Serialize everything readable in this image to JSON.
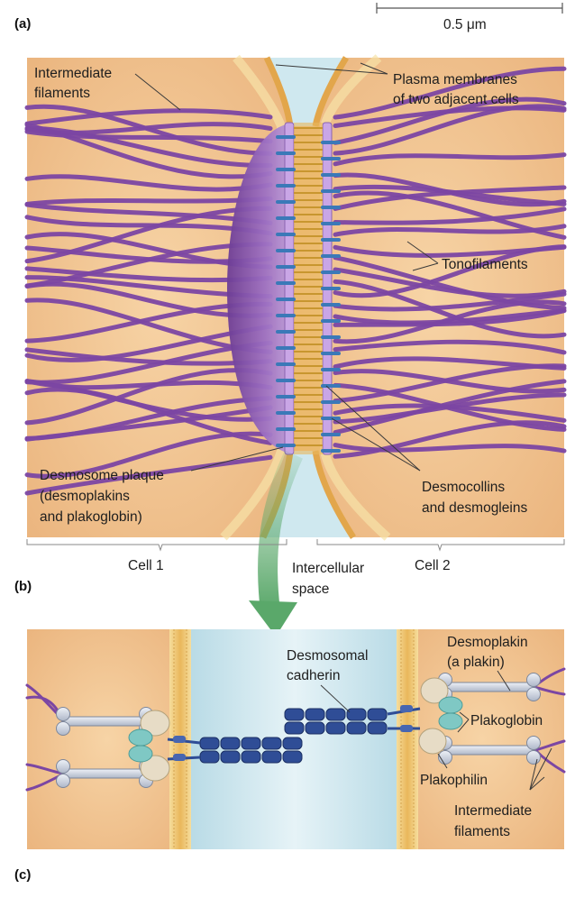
{
  "panels": {
    "a": "(a)",
    "b": "(b)",
    "c": "(c)"
  },
  "scale_bar": {
    "label": "0.5 μm"
  },
  "panel_a": {
    "intermediate_filaments": [
      "Intermediate",
      "filaments"
    ],
    "plasma_membranes": [
      "Plasma membranes",
      "of two adjacent cells"
    ],
    "tonofilaments": "Tonofilaments",
    "desmosome_plaque": [
      "Desmosome plaque",
      "(desmoplakins",
      "and plakoglobin)"
    ],
    "desmocollins": [
      "Desmocollins",
      "and desmogleins"
    ]
  },
  "panel_b": {
    "cell1": "Cell 1",
    "intercellular_space": [
      "Intercellular",
      "space"
    ],
    "cell2": "Cell 2"
  },
  "panel_c": {
    "desmosomal_cadherin": [
      "Desmosomal",
      "cadherin"
    ],
    "desmoplakin": [
      "Desmoplakin",
      "(a plakin)"
    ],
    "plakoglobin": "Plakoglobin",
    "plakophilin": "Plakophilin",
    "intermediate_filaments": [
      "Intermediate",
      "filaments"
    ]
  },
  "colors": {
    "cytoplasm": "#f3c896",
    "filament": "#7b46a3",
    "plaque": "#9a6cc0",
    "intercellular": "#cfe8ef",
    "membrane": "#e7b04f",
    "cadherin": "#2f4d96",
    "arrow": "#5aa86a",
    "desmoplakin": "#d7dde8",
    "plakoglobin": "#7fc8c4",
    "plakophilin": "#e7dcc6"
  }
}
